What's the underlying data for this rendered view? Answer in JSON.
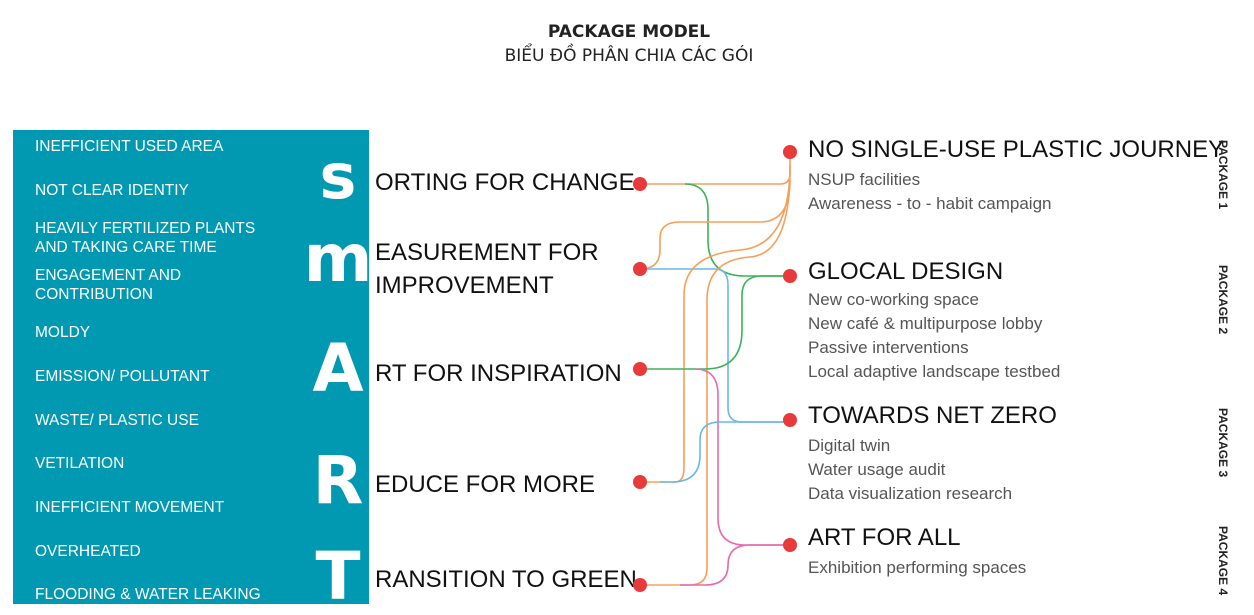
{
  "title": "PACKAGE MODEL",
  "subtitle": "BIỂU ĐỒ PHÂN CHIA CÁC GÓI",
  "issues": [
    "INEFFICIENT USED AREA",
    "NOT CLEAR IDENTIY",
    "HEAVILY FERTILIZED PLANTS AND TAKING CARE TIME",
    "ENGAGEMENT AND CONTRIBUTION",
    "MOLDY",
    "EMISSION/ POLLUTANT",
    "WASTE/ PLASTIC USE",
    "VETILATION",
    "INEFFICIENT MOVEMENT",
    "OVERHEATED",
    "FLOODING & WATER LEAKING"
  ],
  "letters": [
    "S",
    "m",
    "A",
    "R",
    "T"
  ],
  "smart": [
    "ORTING FOR CHANGE",
    "EASUREMENT FOR IMPROVEMENT",
    "RT FOR INSPIRATION",
    "EDUCE FOR MORE",
    "RANSITION TO GREEN"
  ],
  "packages": [
    {
      "label": "PACKAGE 1",
      "title": "NO SINGLE-USE PLASTIC JOURNEY",
      "items": [
        "NSUP facilities",
        "Awareness - to - habit campaign"
      ]
    },
    {
      "label": "PACKAGE 2",
      "title": "GLOCAL DESIGN",
      "items": [
        "New co-working space",
        "New café & multipurpose lobby",
        "Passive interventions",
        "Local adaptive landscape testbed"
      ]
    },
    {
      "label": "PACKAGE 3",
      "title": "TOWARDS NET ZERO",
      "items": [
        "Digital twin",
        "Water usage audit",
        "Data visualization research"
      ]
    },
    {
      "label": "PACKAGE 4",
      "title": "ART FOR ALL",
      "items": [
        "Exhibition performing spaces"
      ]
    }
  ],
  "colors": {
    "panel": "#0099b1",
    "dot": "#e83a3a",
    "orange": "#f5a05a",
    "green": "#3cb35a",
    "blue": "#6ab8e8",
    "pink": "#e86aab"
  }
}
